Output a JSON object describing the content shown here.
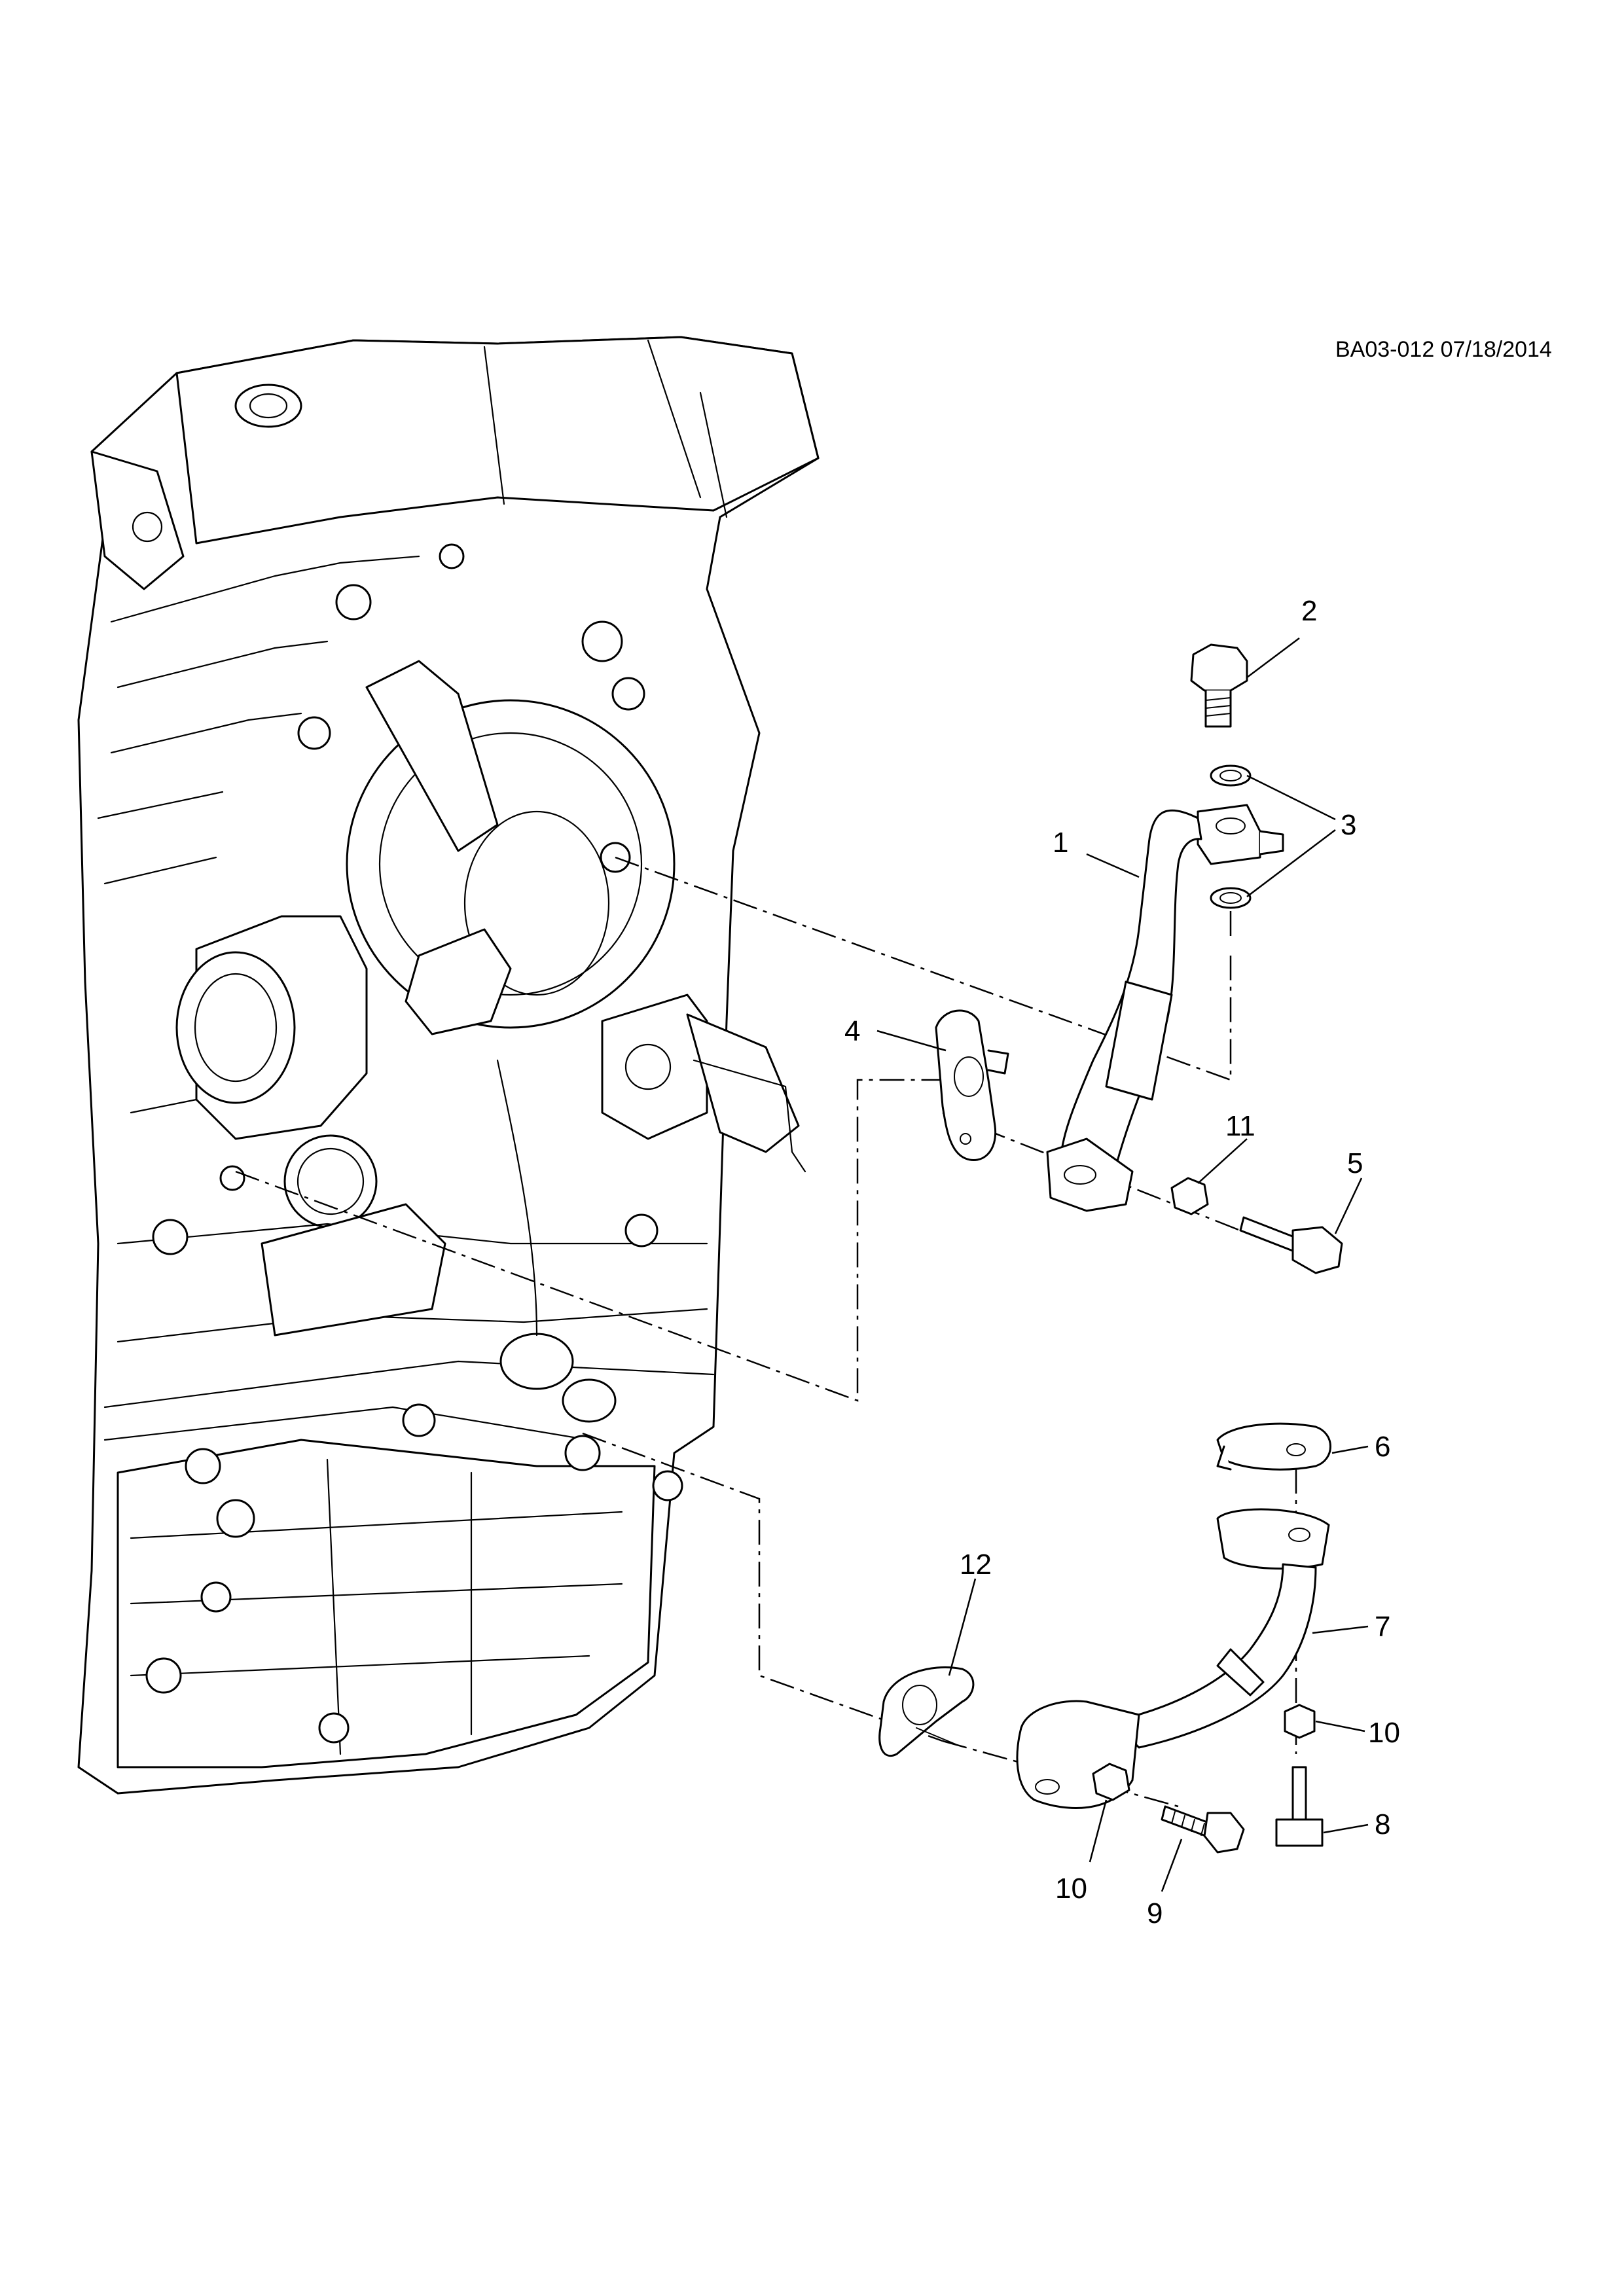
{
  "diagram_id": "BA03-012 07/18/2014",
  "callouts": {
    "c1": "1",
    "c2": "2",
    "c3": "3",
    "c4": "4",
    "c5": "5",
    "c6": "6",
    "c7": "7",
    "c8": "8",
    "c9": "9",
    "c10a": "10",
    "c10b": "10",
    "c11": "11",
    "c12": "12"
  }
}
